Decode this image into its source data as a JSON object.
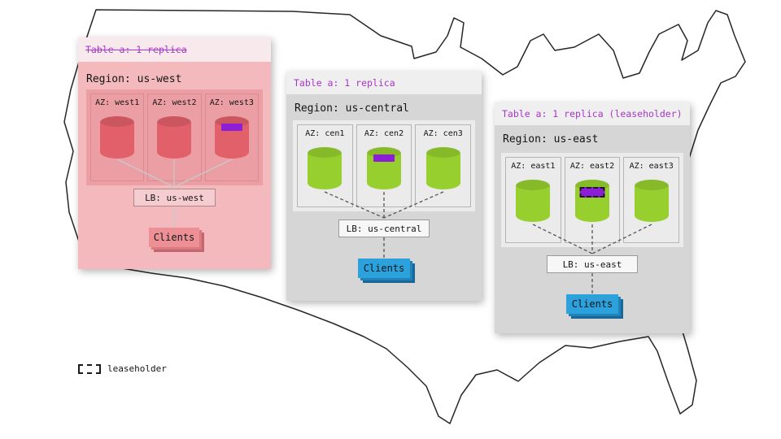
{
  "legend": {
    "label": "leaseholder"
  },
  "regions": [
    {
      "table_label": "Table a: 1 replica",
      "region_label": "Region: us-west",
      "status": "down",
      "azs": [
        {
          "label": "AZ: west1",
          "replica": false
        },
        {
          "label": "AZ: west2",
          "replica": false
        },
        {
          "label": "AZ: west3",
          "replica": true
        }
      ],
      "lb_label": "LB: us-west",
      "clients_label": "Clients"
    },
    {
      "table_label": "Table a: 1 replica",
      "region_label": "Region: us-central",
      "status": "healthy",
      "azs": [
        {
          "label": "AZ: cen1",
          "replica": false
        },
        {
          "label": "AZ: cen2",
          "replica": true
        },
        {
          "label": "AZ: cen3",
          "replica": false
        }
      ],
      "lb_label": "LB: us-central",
      "clients_label": "Clients"
    },
    {
      "table_label": "Table a: 1 replica (leaseholder)",
      "region_label": "Region: us-east",
      "status": "healthy-leaseholder",
      "azs": [
        {
          "label": "AZ: east1",
          "replica": false
        },
        {
          "label": "AZ: east2",
          "replica": true,
          "leaseholder": true
        },
        {
          "label": "AZ: east3",
          "replica": false
        }
      ],
      "lb_label": "LB: us-east",
      "clients_label": "Clients"
    }
  ],
  "colors": {
    "down_region_pink": "#f3b9bd",
    "down_cylinder_red": "#e2606a",
    "healthy_cylinder_green": "#97d02e",
    "replica_purple": "#8c1ed6",
    "clients_blue": "#2ca1dc",
    "table_label_purple": "#a835c8",
    "panel_gray": "#d6d6d6"
  }
}
